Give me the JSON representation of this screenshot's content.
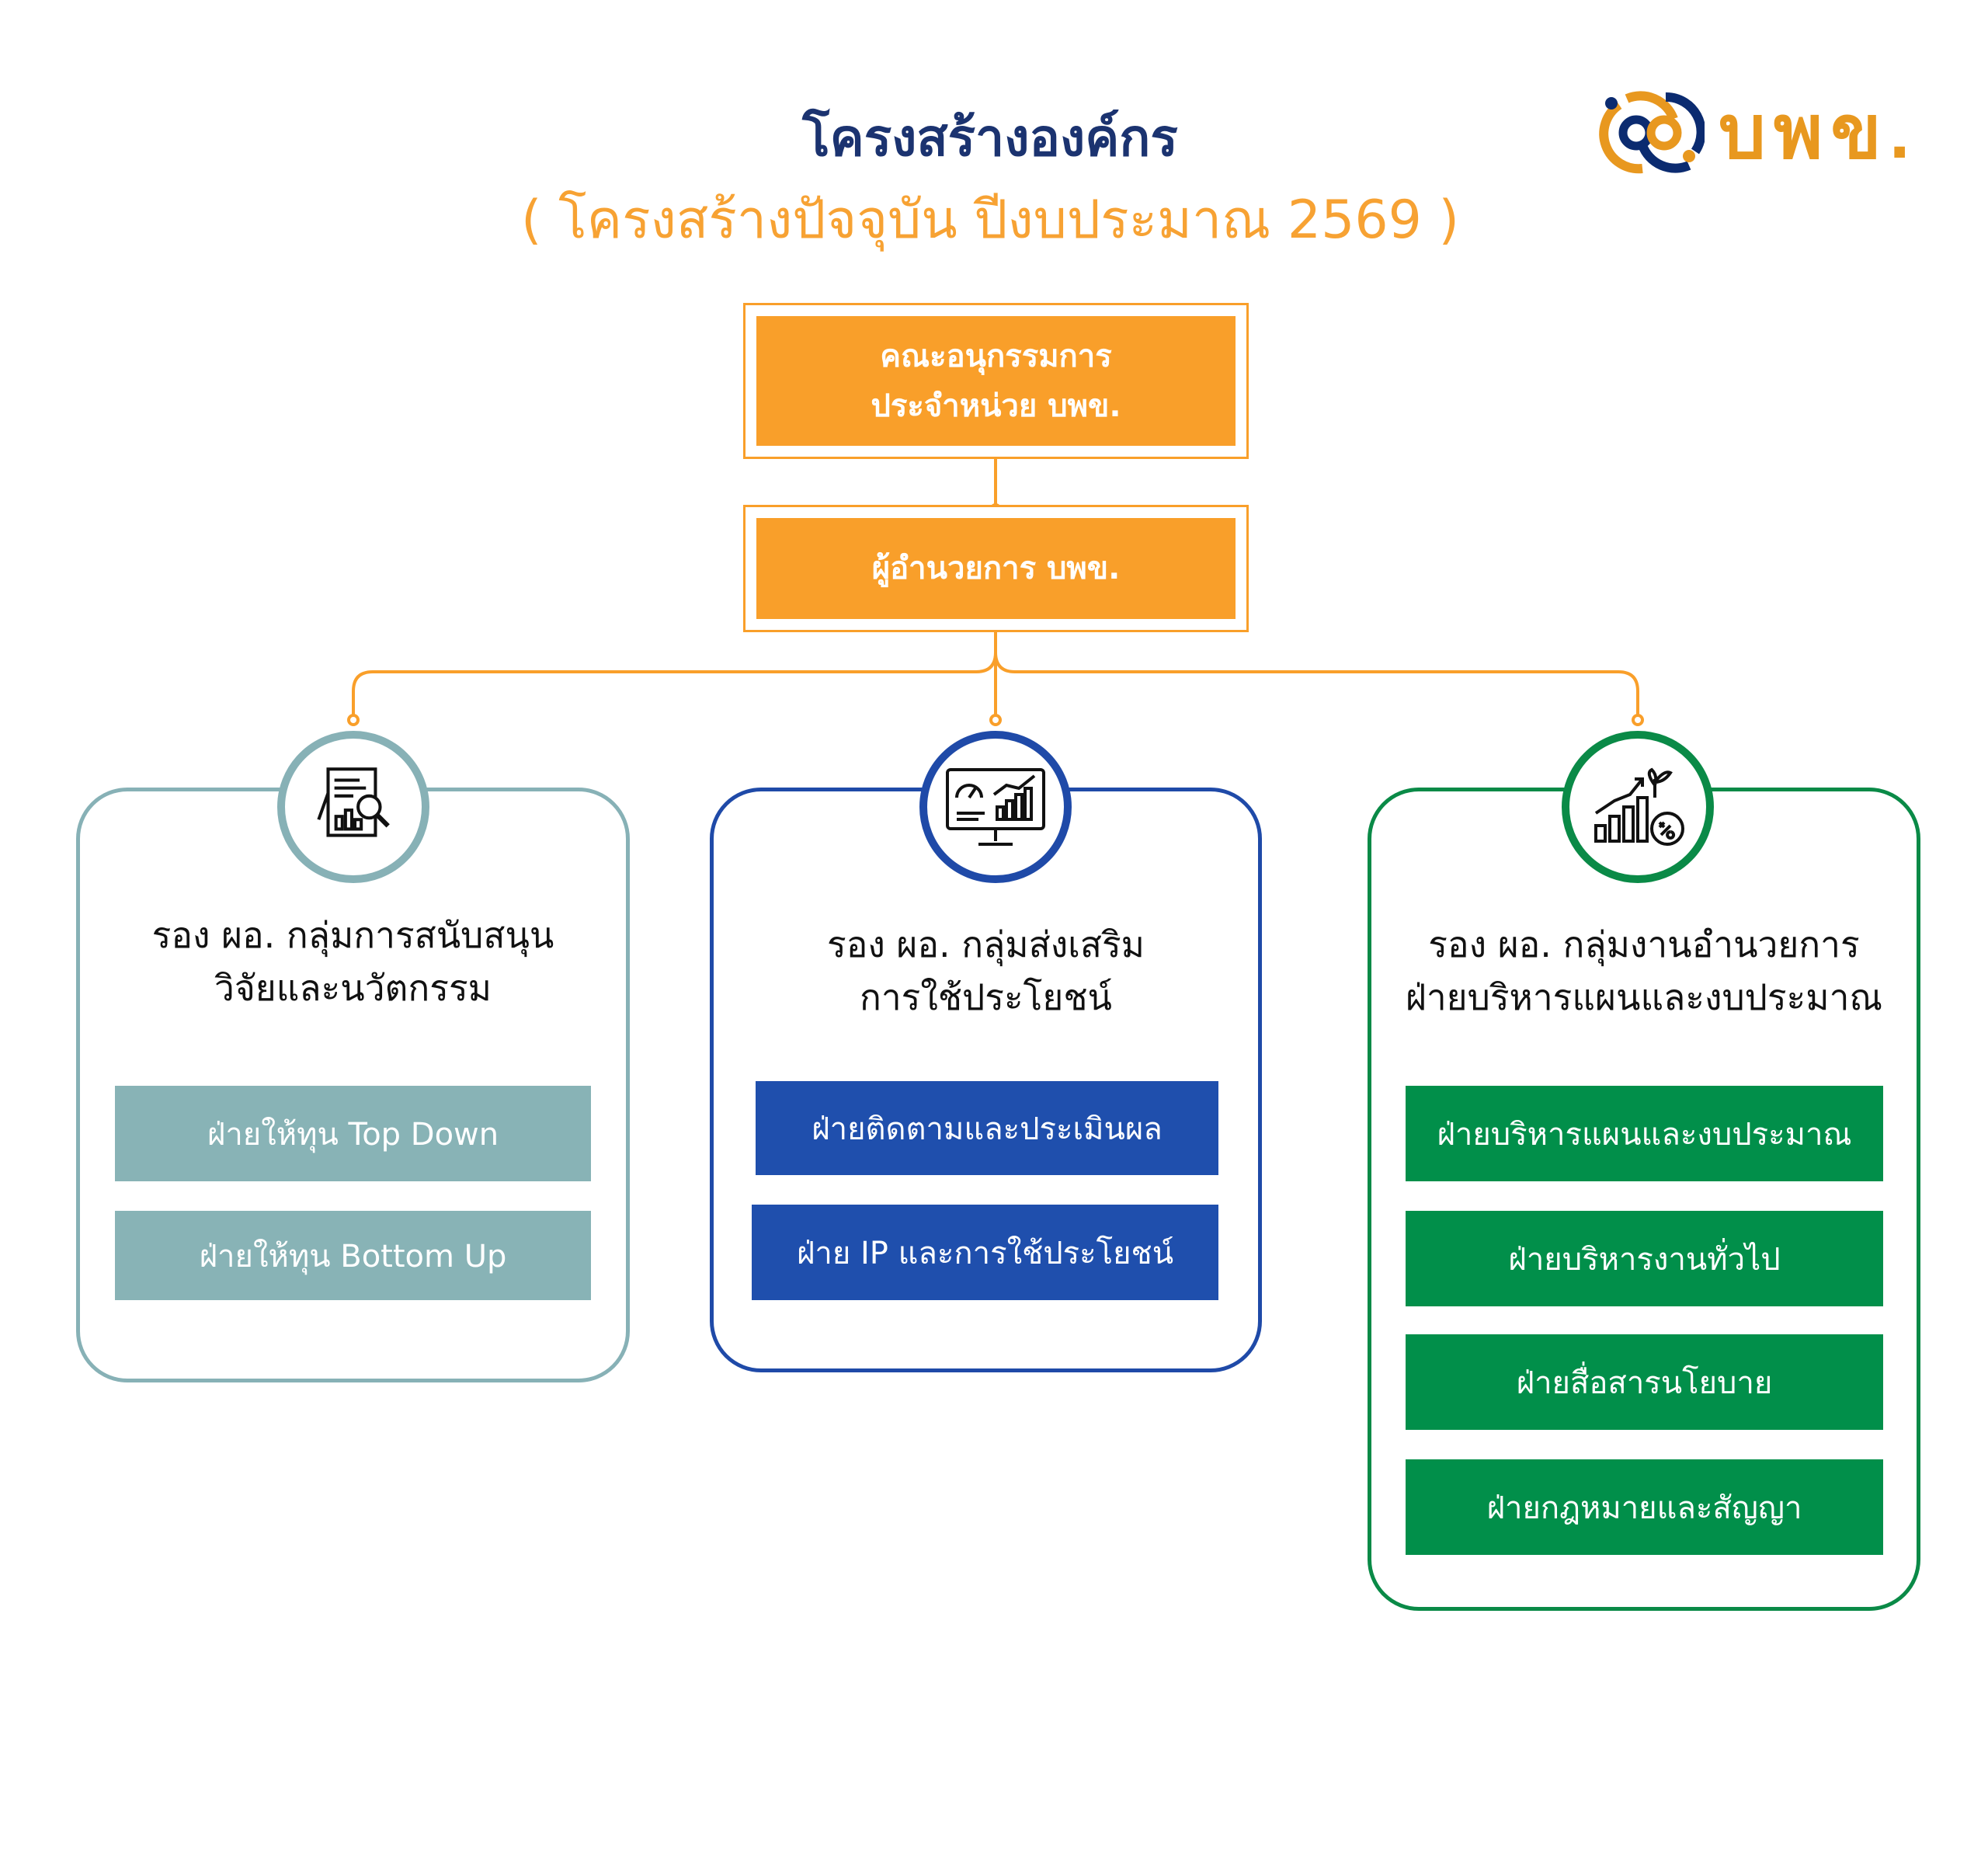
{
  "header": {
    "title": "โครงสร้างองค์กร",
    "subtitle": "( โครงสร้างปัจจุบัน ปีงบประมาณ 2569 )"
  },
  "logo": {
    "text": "บพข."
  },
  "top": {
    "line1": "คณะอนุกรรมการ",
    "line2": "ประจำหน่วย บพข."
  },
  "director": {
    "label": "ผู้อำนวยการ บพข."
  },
  "colors": {
    "orange": "#f99f2a",
    "navy": "#1b3370",
    "teal": "#88b3b6",
    "blue": "#1f4fad",
    "green": "#018f4a"
  },
  "groups": [
    {
      "icon": "research-document-icon",
      "line1": "รอง ผอ. กลุ่มการสนับสนุน",
      "line2": "วิจัยและนวัตกรรม",
      "units": [
        "ฝ่ายให้ทุน Top Down",
        "ฝ่ายให้ทุน Bottom Up"
      ]
    },
    {
      "icon": "dashboard-monitor-icon",
      "line1": "รอง ผอ. กลุ่มส่งเสริม",
      "line2": "การใช้ประโยชน์",
      "units": [
        "ฝ่ายติดตามและประเมินผล",
        "ฝ่าย IP และการใช้ประโยชน์"
      ]
    },
    {
      "icon": "growth-chart-icon",
      "line1": "รอง ผอ. กลุ่มงานอำนวยการ",
      "line2": "ฝ่ายบริหารแผนและงบประมาณ",
      "units": [
        "ฝ่ายบริหารแผนและงบประมาณ",
        "ฝ่ายบริหารงานทั่วไป",
        "ฝ่ายสื่อสารนโยบาย",
        "ฝ่ายกฎหมายและสัญญา"
      ]
    }
  ]
}
